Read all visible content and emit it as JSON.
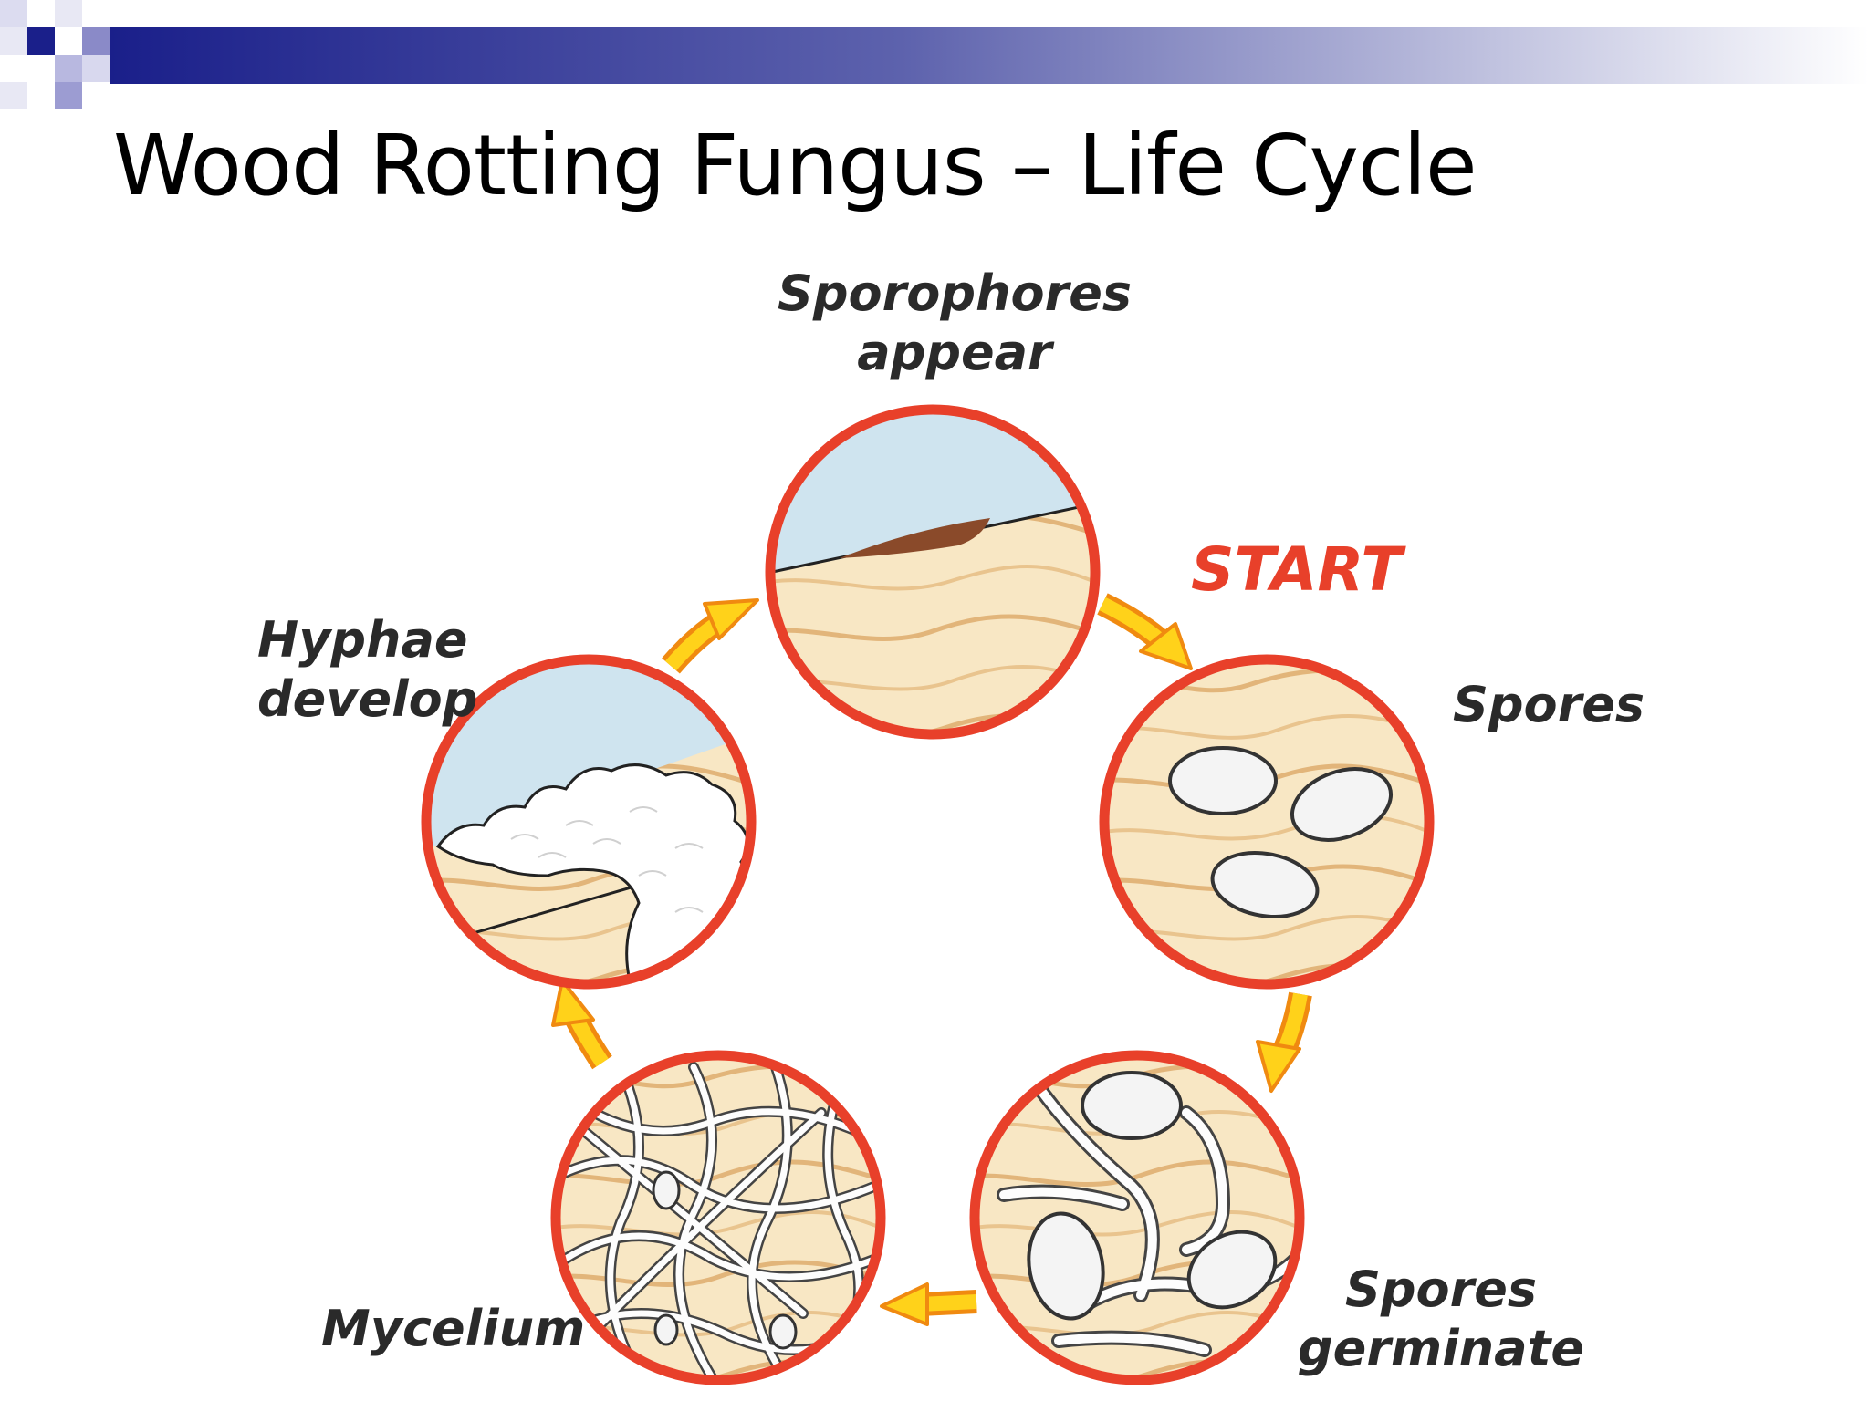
{
  "slide": {
    "title": "Wood Rotting Fungus – Life Cycle"
  },
  "diagram": {
    "start_label": "START",
    "stages": {
      "sporophores": [
        "Sporophores",
        "appear"
      ],
      "spores": [
        "Spores"
      ],
      "germinate": [
        "Spores",
        "germinate"
      ],
      "mycelium": [
        "Mycelium"
      ],
      "hyphae": [
        "Hyphae",
        "develop"
      ]
    }
  },
  "colors": {
    "header_blue": "#1a1f8a",
    "ring_red": "#e8402a",
    "arrow_yellow": "#ffd21a",
    "arrow_outline": "#f08a10",
    "start_red": "#e8402a",
    "wood": "#f8e7c4",
    "wood_grain": "#e2b57a",
    "sky": "#cfe4ef"
  }
}
